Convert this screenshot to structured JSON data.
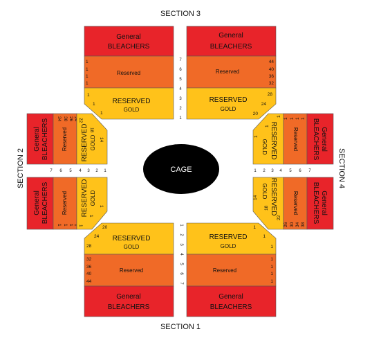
{
  "colors": {
    "bleachers": "#e8242a",
    "reserved": "#f06a27",
    "gold": "#ffc21a",
    "cage": "#000000",
    "stroke": "#555555"
  },
  "cage": {
    "label": "CAGE"
  },
  "sections": {
    "top": {
      "title": "SECTION 3"
    },
    "bottom": {
      "title": "SECTION 1"
    },
    "left": {
      "title": "SECTION 2"
    },
    "right": {
      "title": "SECTION 4"
    }
  },
  "labels": {
    "general": "General",
    "bleachers": "BLEACHERS",
    "reserved": "Reserved",
    "reserved_caps": "RESERVED",
    "gold": "GOLD"
  },
  "row_numbers": {
    "top": [
      "7",
      "6",
      "5",
      "4",
      "3",
      "2",
      "1"
    ],
    "bottom": [
      "1",
      "2",
      "3",
      "4",
      "5",
      "6",
      "7"
    ],
    "left": [
      "7",
      "6",
      "5",
      "4",
      "3",
      "2",
      "1"
    ],
    "right": [
      "1",
      "2",
      "3",
      "4",
      "5",
      "6",
      "7"
    ]
  },
  "seat_numbers": {
    "top_left_reserved": [
      "1",
      "1",
      "1",
      "1"
    ],
    "top_left_gold": [
      "1",
      "1",
      "1"
    ],
    "top_right_reserved": [
      "44",
      "40",
      "36",
      "32"
    ],
    "top_right_gold": [
      "28",
      "24",
      "20"
    ],
    "bottom_left_gold": [
      "20",
      "24",
      "28"
    ],
    "bottom_left_reserved": [
      "32",
      "36",
      "40",
      "44"
    ],
    "bottom_right_gold": [
      "1",
      "1",
      "1"
    ],
    "bottom_right_reserved": [
      "1",
      "1",
      "1",
      "1"
    ],
    "left_upper_reserved": [
      "34",
      "30",
      "26",
      "24"
    ],
    "left_upper_gold": [
      "22",
      "18",
      "14"
    ],
    "left_lower_reserved": [
      "1",
      "1",
      "1",
      "1"
    ],
    "left_lower_gold": [
      "1",
      "1",
      "1"
    ],
    "right_upper_gold": [
      "1",
      "1",
      "1"
    ],
    "right_upper_reserved": [
      "1",
      "1",
      "1",
      "1"
    ],
    "right_lower_gold": [
      "14",
      "18",
      "22"
    ],
    "right_lower_reserved": [
      "26",
      "30",
      "34",
      "38"
    ]
  }
}
